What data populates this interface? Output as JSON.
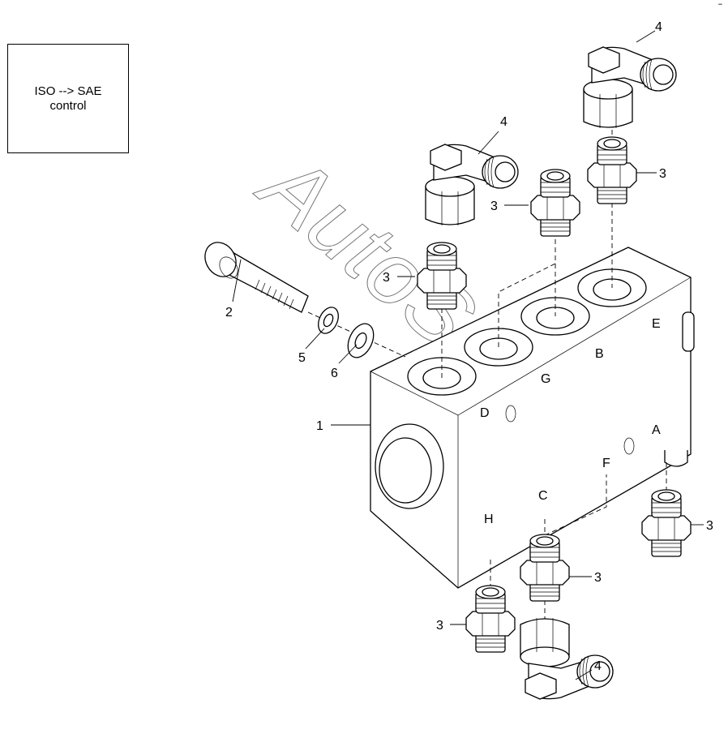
{
  "note": {
    "line1": "ISO --> SAE",
    "line2": "control"
  },
  "corner_mark": "•• •••",
  "watermark": "AutoSoft",
  "callouts": {
    "body": "1",
    "bolt": "2",
    "adapter": "3",
    "elbow": "4",
    "washer_small": "5",
    "washer_large": "6"
  },
  "ports": {
    "A": "A",
    "B": "B",
    "C": "C",
    "D": "D",
    "E": "E",
    "F": "F",
    "G": "G",
    "H": "H"
  }
}
